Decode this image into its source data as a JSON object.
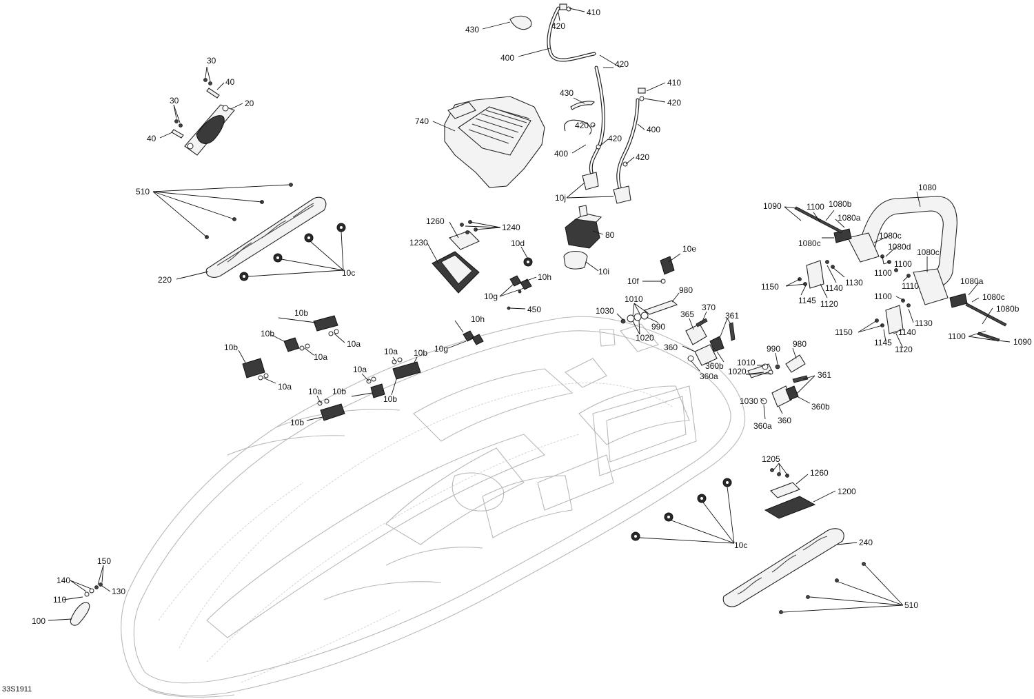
{
  "diagram_code": "33S1911",
  "labels": {
    "l430a": "430",
    "l420a": "420",
    "l410a": "410",
    "l400a": "400",
    "l420b": "420",
    "l430b": "430",
    "l410b": "410",
    "l420c": "420",
    "l420d": "420",
    "l400b": "400",
    "l420e": "420",
    "l400c": "400",
    "l420f": "420",
    "l10j": "10j",
    "l80": "80",
    "l10i": "10i",
    "l740": "740",
    "l30a": "30",
    "l40a": "40",
    "l30b": "30",
    "l20": "20",
    "l40b": "40",
    "l510a": "510",
    "l220": "220",
    "l10c_a": "10c",
    "l1260a": "1260",
    "l1240": "1240",
    "l1230": "1230",
    "l10d": "10d",
    "l10h_a": "10h",
    "l10g_a": "10g",
    "l450": "450",
    "l10e": "10e",
    "l10f": "10f",
    "l980a": "980",
    "l1010a": "1010",
    "l1030a": "1030",
    "l990a": "990",
    "l1020a": "1020",
    "l370": "370",
    "l365": "365",
    "l361a": "361",
    "l360a": "360",
    "l360b_a": "360b",
    "l360a_a": "360a",
    "l990b": "990",
    "l980b": "980",
    "l1010b": "1010",
    "l1020b": "1020",
    "l361b": "361",
    "l1030b": "1030",
    "l360b_b": "360b",
    "l360a_b": "360a",
    "l360b": "360",
    "l1090a": "1090",
    "l1100a": "1100",
    "l1080b_a": "1080b",
    "l1080": "1080",
    "l1080a_a": "1080a",
    "l1080c_a": "1080c",
    "l1080c_b": "1080c",
    "l1080d": "1080d",
    "l1080c_c": "1080c",
    "l1100b": "1100",
    "l1110": "1110",
    "l1150a": "1150",
    "l1145a": "1145",
    "l1140a": "1140",
    "l1130a": "1130",
    "l1120a": "1120",
    "l1100c": "1100",
    "l1080a_b": "1080a",
    "l1080c_d": "1080c",
    "l1080b_b": "1080b",
    "l1130b": "1130",
    "l1150b": "1150",
    "l1140b": "1140",
    "l1145b": "1145",
    "l1120b": "1120",
    "l1100d": "1100",
    "l1090b": "1090",
    "l10b_a": "10b",
    "l10b_b": "10b",
    "l10a_a": "10a",
    "l10a_b": "10a",
    "l10b_c": "10b",
    "l10a_c": "10a",
    "l10h_b": "10h",
    "l10g_b": "10g",
    "l10a_d": "10a",
    "l10b_d": "10b",
    "l10a_e": "10a",
    "l10b_e": "10b",
    "l10a_f": "10a",
    "l10b_f": "10b",
    "l10b_g": "10b",
    "l1205": "1205",
    "l1260b": "1260",
    "l1200": "1200",
    "l10c_b": "10c",
    "l240": "240",
    "l510b": "510",
    "l150": "150",
    "l140": "140",
    "l130": "130",
    "l110": "110",
    "l100": "100"
  }
}
